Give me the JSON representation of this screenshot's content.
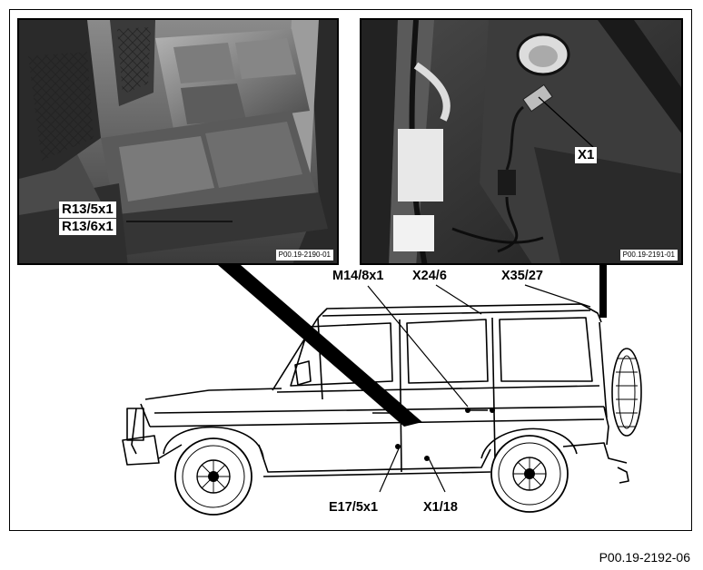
{
  "photo_left": {
    "callouts": [
      "R13/5x1",
      "R13/6x1"
    ],
    "ref": "P00.19-2190-01"
  },
  "photo_right": {
    "callouts": [
      "X1"
    ],
    "ref": "P00.19-2191-01"
  },
  "vehicle_labels": {
    "m14": "M14/8x1",
    "x24": "X24/6",
    "x35": "X35/27",
    "e17": "E17/5x1",
    "x118": "X1/18"
  },
  "figure_ref": "P00.19-2192-06"
}
